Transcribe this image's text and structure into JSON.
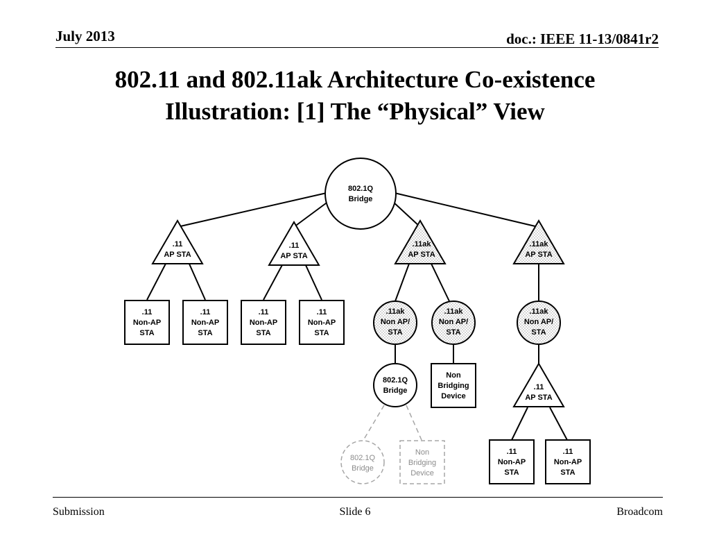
{
  "header": {
    "date": "July 2013",
    "doc": "doc.: IEEE 11-13/0841r2"
  },
  "title": {
    "line1": "802.11 and 802.11ak Architecture Co-existence",
    "line2": "Illustration: [1] The “Physical” View"
  },
  "diagram": {
    "root_bridge": [
      "802.1Q",
      "Bridge"
    ],
    "ap_11_a": [
      ".11",
      "AP STA"
    ],
    "ap_11_b": [
      ".11",
      "AP STA"
    ],
    "ap_11ak_a": [
      ".11ak",
      "AP STA"
    ],
    "ap_11ak_b": [
      ".11ak",
      "AP STA"
    ],
    "sta_11_1": [
      ".11",
      "Non-AP",
      "STA"
    ],
    "sta_11_2": [
      ".11",
      "Non-AP",
      "STA"
    ],
    "sta_11_3": [
      ".11",
      "Non-AP",
      "STA"
    ],
    "sta_11_4": [
      ".11",
      "Non-AP",
      "STA"
    ],
    "sta_11ak_1": [
      ".11ak",
      "Non AP/",
      "STA"
    ],
    "sta_11ak_2": [
      ".11ak",
      "Non AP/",
      "STA"
    ],
    "sta_11ak_3": [
      ".11ak",
      "Non AP/",
      "STA"
    ],
    "sub_bridge": [
      "802.1Q",
      "Bridge"
    ],
    "non_bridging": [
      "Non",
      "Bridging",
      "Device"
    ],
    "ap_11_c": [
      ".11",
      "AP STA"
    ],
    "ghost_bridge": [
      "802.1Q",
      "Bridge"
    ],
    "ghost_non_bridging": [
      "Non",
      "Bridging",
      "Device"
    ],
    "sta_11_5": [
      ".11",
      "Non-AP",
      "STA"
    ],
    "sta_11_6": [
      ".11",
      "Non-AP",
      "STA"
    ]
  },
  "footer": {
    "left": "Submission",
    "center": "Slide 6",
    "right": "Broadcom"
  }
}
